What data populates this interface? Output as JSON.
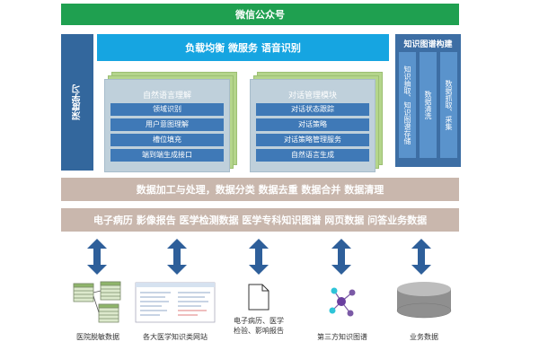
{
  "top_banner": "微信公众号",
  "left_bar": "深度学习",
  "blue_header": "负载均衡 微服务 语音识别",
  "nlu_card": {
    "title": "自然语言理解",
    "items": [
      "领域识别",
      "用户意图理解",
      "槽位填充",
      "端到端生成接口"
    ]
  },
  "dialog_card": {
    "title": "对话管理模块",
    "items": [
      "对话状态跟踪",
      "对话策略",
      "对话策略管理服务",
      "自然语言生成"
    ]
  },
  "knowledge_graph": {
    "title": "知识图谱构建",
    "columns": [
      "知识抽取、知识图谱存储",
      "数据清洗",
      "数据抓取、采集"
    ]
  },
  "processing_bar": "数据加工与处理，数据分类 数据去重 数据合并 数据清理",
  "sources_bar": "电子病历 影像报告 医学检测数据 医学专科知识图谱 网页数据 问答业务数据",
  "sources": [
    {
      "label": "医院脱敏数据",
      "icon": "table-stack-icon"
    },
    {
      "label": "各大医学知识类网站",
      "icon": "web-page-icon"
    },
    {
      "label": "电子病历、医学检验、影响报告",
      "icon": "document-icon"
    },
    {
      "label": "第三方知识图谱",
      "icon": "graph-node-icon"
    },
    {
      "label": "业务数据",
      "icon": "database-cylinder-icon"
    }
  ],
  "colors": {
    "banner_green": "#1fa050",
    "dark_blue": "#33679d",
    "header_blue": "#16a5e1",
    "card_item_blue": "#3f79b7",
    "grey_bar": "#c9b7ad",
    "arrow_blue": "#2e5f9a"
  }
}
